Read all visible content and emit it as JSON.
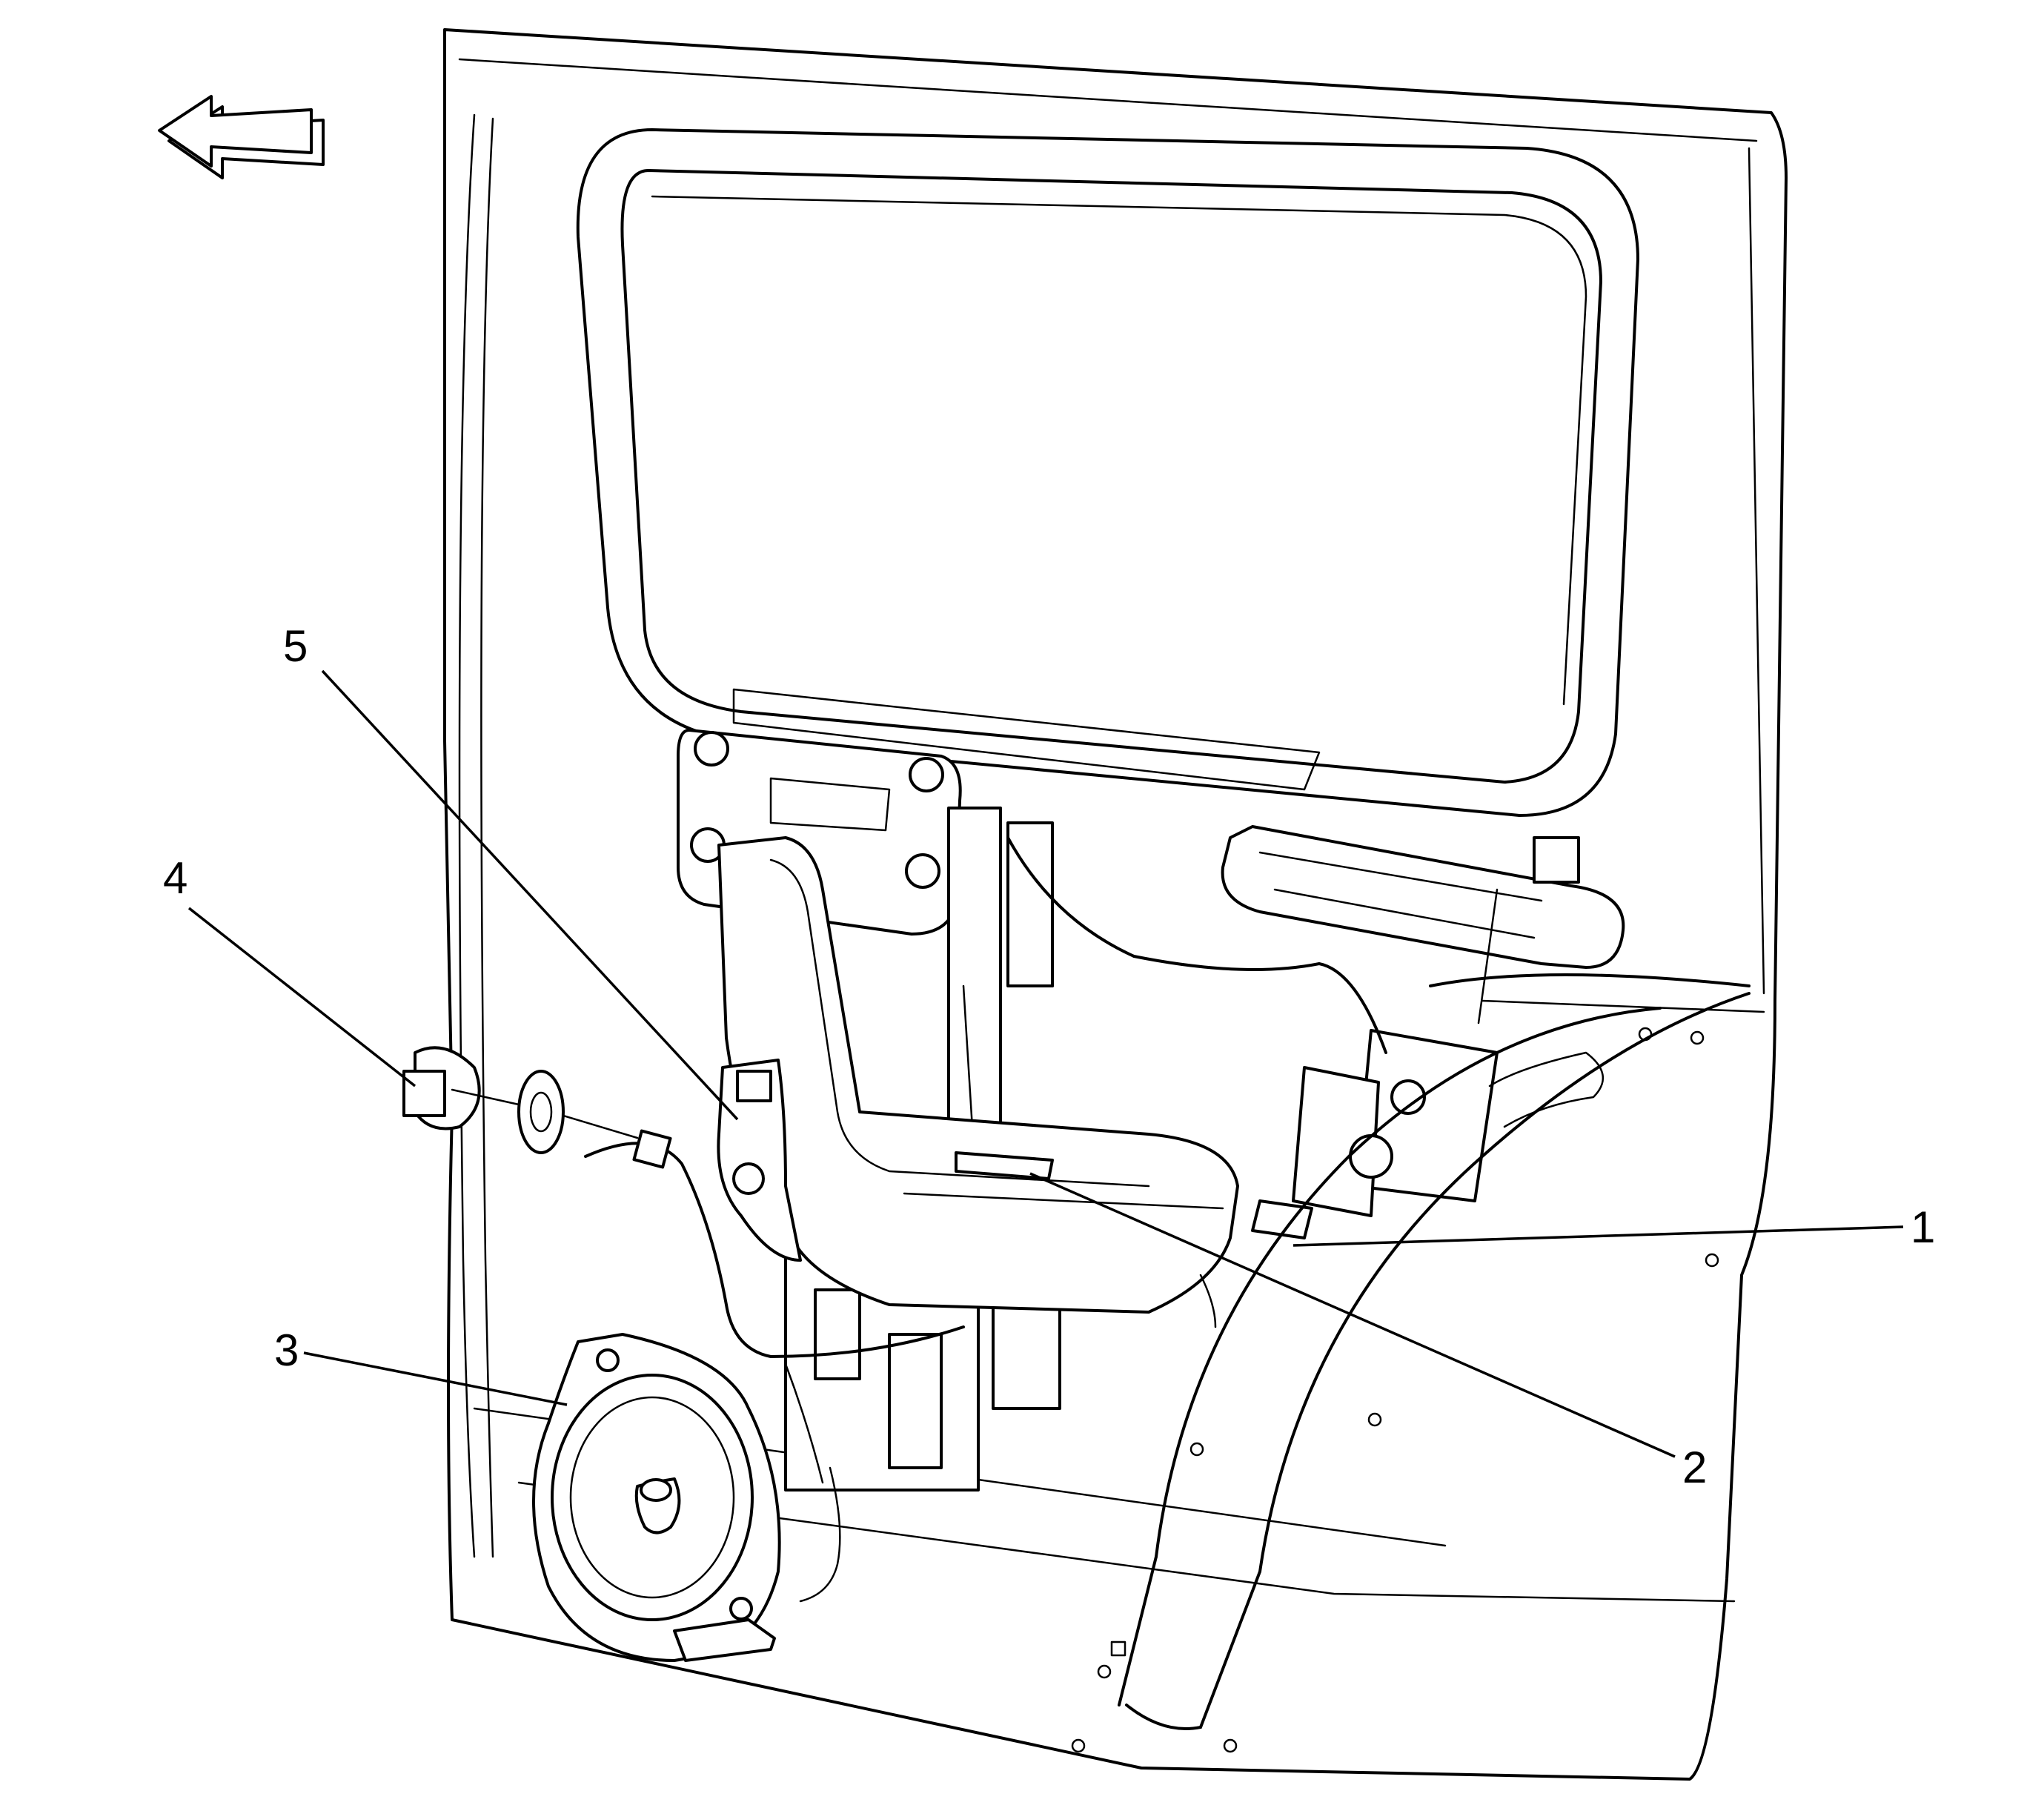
{
  "callouts": [
    {
      "id": "1",
      "text": "1"
    },
    {
      "id": "2",
      "text": "2"
    },
    {
      "id": "3",
      "text": "3"
    },
    {
      "id": "4",
      "text": "4"
    },
    {
      "id": "5",
      "text": "5"
    }
  ],
  "icons": {
    "direction_arrow": "arrow-left-icon"
  },
  "colors": {
    "line": "#000000",
    "background": "#ffffff"
  }
}
